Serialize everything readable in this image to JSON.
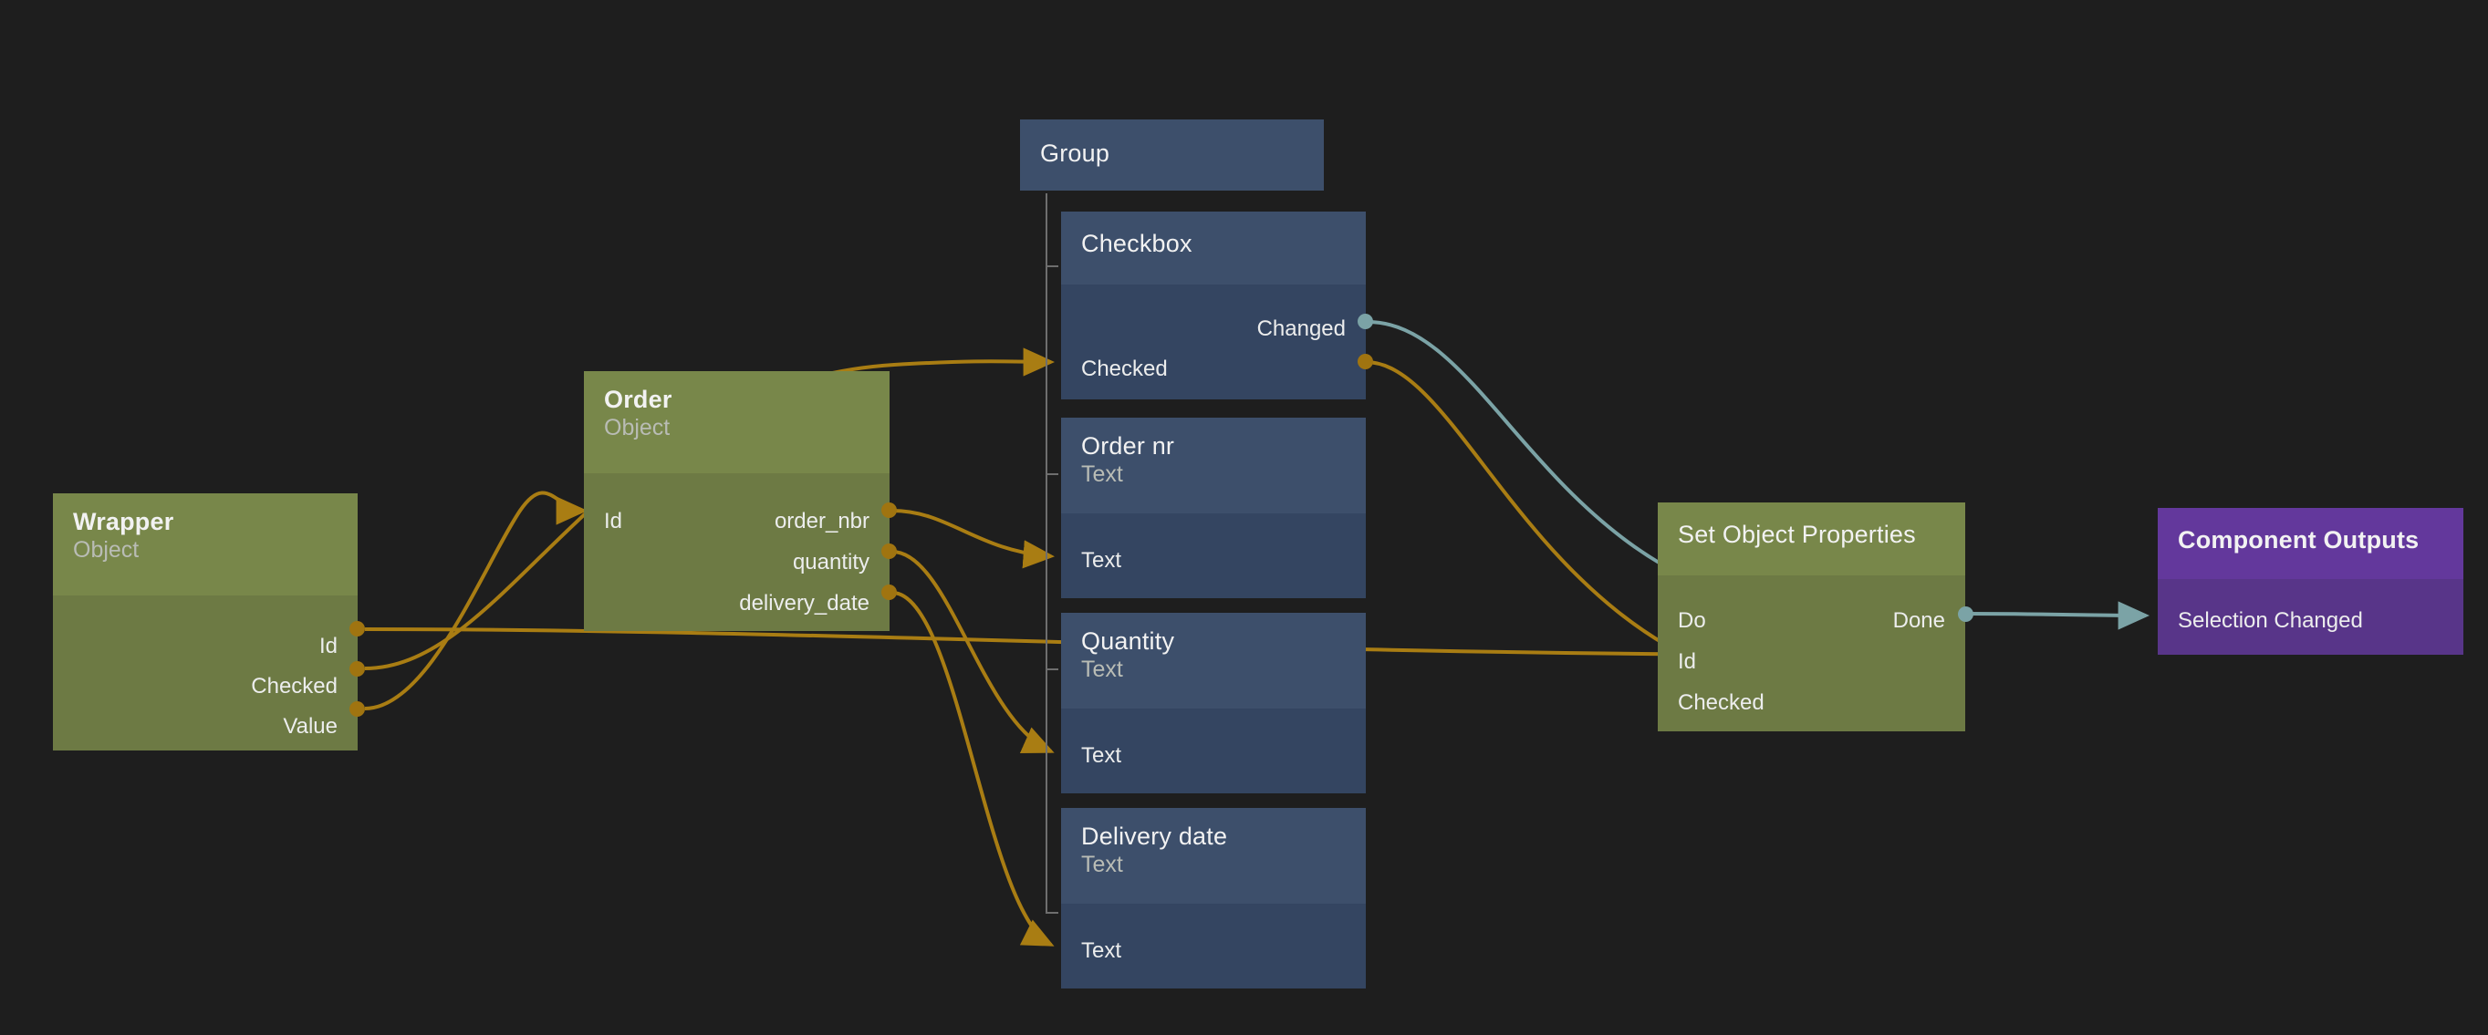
{
  "canvas": {
    "background": "#1e1e1e",
    "wire_color_data": "#a97d13",
    "wire_color_signal": "#7ba3a6"
  },
  "nodes": [
    {
      "id": "wrapper",
      "kind": "object",
      "color": "#78874a",
      "title": "Wrapper",
      "subtitle": "Object",
      "inputs": [],
      "outputs": [
        "Id",
        "Checked",
        "Value"
      ]
    },
    {
      "id": "order",
      "kind": "object",
      "color": "#78874a",
      "title": "Order",
      "subtitle": "Object",
      "inputs": [
        "Id"
      ],
      "outputs": [
        "order_nbr",
        "quantity",
        "delivery_date"
      ]
    },
    {
      "id": "group",
      "kind": "group",
      "color": "#3d4f6b",
      "title": "Group",
      "subtitle": "",
      "inputs": [],
      "outputs": []
    },
    {
      "id": "checkbox",
      "kind": "ui",
      "color": "#3d4f6b",
      "title": "Checkbox",
      "subtitle": "",
      "inputs": [
        "Checked"
      ],
      "outputs": [
        "Changed",
        "Checked"
      ]
    },
    {
      "id": "order-nr",
      "kind": "ui",
      "color": "#3d4f6b",
      "title": "Order nr",
      "subtitle": "Text",
      "inputs": [
        "Text"
      ],
      "outputs": []
    },
    {
      "id": "quantity",
      "kind": "ui",
      "color": "#3d4f6b",
      "title": "Quantity",
      "subtitle": "Text",
      "inputs": [
        "Text"
      ],
      "outputs": []
    },
    {
      "id": "delivery-date",
      "kind": "ui",
      "color": "#3d4f6b",
      "title": "Delivery date",
      "subtitle": "Text",
      "inputs": [
        "Text"
      ],
      "outputs": []
    },
    {
      "id": "set-object-properties",
      "kind": "function",
      "color": "#78874a",
      "title": "Set Object Properties",
      "subtitle": "",
      "inputs": [
        "Do",
        "Id",
        "Checked"
      ],
      "outputs": [
        "Done"
      ]
    },
    {
      "id": "component-outputs",
      "kind": "output",
      "color": "#63389c",
      "title": "Component Outputs",
      "subtitle": "",
      "inputs": [
        "Selection Changed"
      ],
      "outputs": []
    }
  ],
  "labels": {
    "wrapper": {
      "title": "Wrapper",
      "subtitle": "Object",
      "out_id": "Id",
      "out_checked": "Checked",
      "out_value": "Value"
    },
    "order": {
      "title": "Order",
      "subtitle": "Object",
      "in_id": "Id",
      "out_order_nbr": "order_nbr",
      "out_quantity": "quantity",
      "out_delivery_date": "delivery_date"
    },
    "group": {
      "title": "Group"
    },
    "checkbox": {
      "title": "Checkbox",
      "out_changed": "Changed",
      "in_checked": "Checked"
    },
    "order_nr": {
      "title": "Order nr",
      "subtitle": "Text",
      "in_text": "Text"
    },
    "quantity": {
      "title": "Quantity",
      "subtitle": "Text",
      "in_text": "Text"
    },
    "delivery_date": {
      "title": "Delivery date",
      "subtitle": "Text",
      "in_text": "Text"
    },
    "set_object_properties": {
      "title": "Set Object Properties",
      "in_do": "Do",
      "in_id": "Id",
      "in_checked": "Checked",
      "out_done": "Done"
    },
    "component_outputs": {
      "title": "Component Outputs",
      "in_selection_changed": "Selection Changed"
    }
  },
  "connections": [
    {
      "from": "wrapper.Id",
      "to": "set-object-properties.Id",
      "type": "data"
    },
    {
      "from": "wrapper.Checked",
      "to": "checkbox.Checked",
      "type": "data"
    },
    {
      "from": "wrapper.Value",
      "to": "order.Id",
      "type": "data"
    },
    {
      "from": "order.order_nbr",
      "to": "order-nr.Text",
      "type": "data"
    },
    {
      "from": "order.quantity",
      "to": "quantity.Text",
      "type": "data"
    },
    {
      "from": "order.delivery_date",
      "to": "delivery-date.Text",
      "type": "data"
    },
    {
      "from": "checkbox.Changed",
      "to": "set-object-properties.Do",
      "type": "signal"
    },
    {
      "from": "checkbox.Checked",
      "to": "set-object-properties.Checked",
      "type": "data"
    },
    {
      "from": "set-object-properties.Done",
      "to": "component-outputs.Selection Changed",
      "type": "signal"
    }
  ]
}
